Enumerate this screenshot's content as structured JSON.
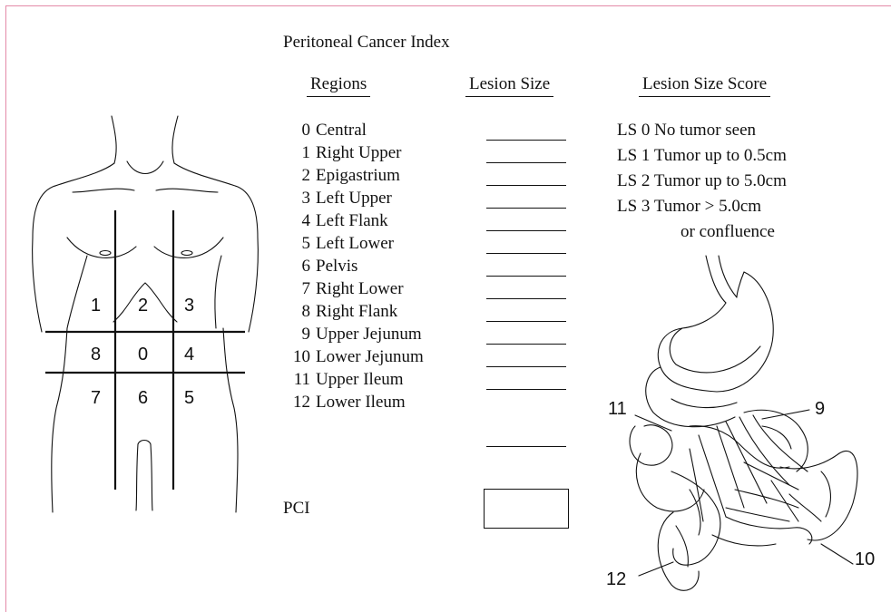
{
  "title": "Peritoneal Cancer Index",
  "headers": {
    "regions": "Regions",
    "lesion_size": "Lesion Size",
    "lesion_size_score": "Lesion Size Score"
  },
  "regions": [
    {
      "num": "0",
      "name": "Central"
    },
    {
      "num": "1",
      "name": "Right Upper"
    },
    {
      "num": "2",
      "name": "Epigastrium"
    },
    {
      "num": "3",
      "name": "Left Upper"
    },
    {
      "num": "4",
      "name": "Left Flank"
    },
    {
      "num": "5",
      "name": "Left Lower"
    },
    {
      "num": "6",
      "name": "Pelvis"
    },
    {
      "num": "7",
      "name": "Right Lower"
    },
    {
      "num": "8",
      "name": "Right Flank"
    },
    {
      "num": "9",
      "name": "Upper Jejunum"
    },
    {
      "num": "10",
      "name": "Lower Jejunum"
    },
    {
      "num": "11",
      "name": "Upper Ileum"
    },
    {
      "num": "12",
      "name": "Lower Ileum"
    }
  ],
  "scores": [
    "LS 0 No tumor seen",
    "LS 1 Tumor up to 0.5cm",
    "LS 2 Tumor up to 5.0cm",
    "LS 3 Tumor > 5.0cm",
    "or confluence"
  ],
  "pci_label": "PCI",
  "body_grid_numbers": [
    "1",
    "2",
    "3",
    "8",
    "0",
    "4",
    "7",
    "6",
    "5"
  ],
  "bowel_labels": [
    "11",
    "9",
    "10",
    "12"
  ]
}
